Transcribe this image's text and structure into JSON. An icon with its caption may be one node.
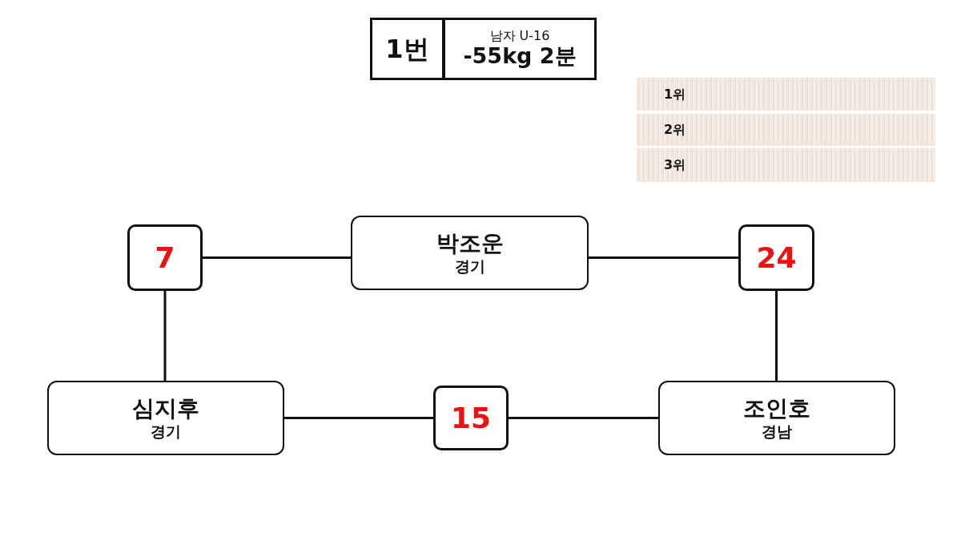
{
  "diagram": {
    "nodes": [
      {
        "text": [
          "1번"
        ]
      },
      {
        "text": [
          "남자 U-16",
          "-55kg 2분"
        ]
      },
      {
        "text": [
          "1위"
        ]
      },
      {
        "text": [
          "2위"
        ]
      },
      {
        "text": [
          "3위"
        ]
      },
      {
        "text": [
          "7"
        ]
      },
      {
        "text": [
          "박조운",
          "경기"
        ]
      },
      {
        "text": [
          "24"
        ]
      },
      {
        "text": [
          "심지후",
          "경기"
        ]
      },
      {
        "text": [
          "15"
        ]
      },
      {
        "text": [
          "조인호",
          "경남"
        ]
      }
    ],
    "edges": [
      {
        "from": 5,
        "to": 6,
        "arrow": "none"
      },
      {
        "from": 6,
        "to": 7,
        "arrow": "none"
      },
      {
        "from": 5,
        "to": 8,
        "arrow": "none"
      },
      {
        "from": 7,
        "to": 10,
        "arrow": "none"
      },
      {
        "from": 8,
        "to": 9,
        "arrow": "none"
      },
      {
        "from": 9,
        "to": 10,
        "arrow": "none"
      }
    ]
  }
}
